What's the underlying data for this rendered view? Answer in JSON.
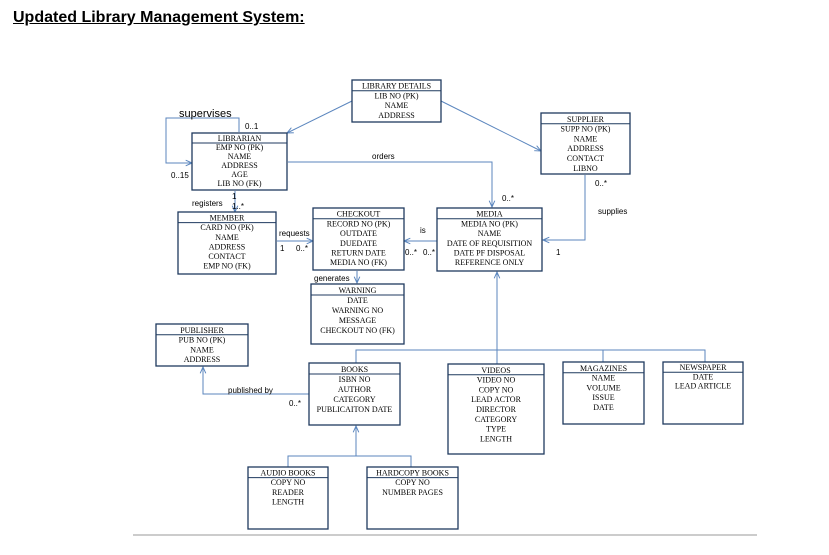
{
  "title": "Updated Library Management System:",
  "entities": {
    "library_details": {
      "name": "LIBRARY DETAILS",
      "attrs": [
        "LIB NO (PK)",
        "NAME",
        "ADDRESS"
      ]
    },
    "librarian": {
      "name": "LIBRARIAN",
      "attrs": [
        "EMP NO (PK)",
        "NAME",
        "ADDRESS",
        "AGE",
        "LIB NO (FK)"
      ]
    },
    "supplier": {
      "name": "SUPPLIER",
      "attrs": [
        "SUPP NO (PK)",
        "NAME",
        "ADDRESS",
        "CONTACT",
        "LIBNO"
      ]
    },
    "member": {
      "name": "MEMBER",
      "attrs": [
        "CARD NO (PK)",
        "NAME",
        "ADDRESS",
        "CONTACT",
        "EMP NO (FK)"
      ]
    },
    "checkout": {
      "name": "CHECKOUT",
      "attrs": [
        "RECORD NO (PK)",
        "OUTDATE",
        "DUEDATE",
        "RETURN DATE",
        "MEDIA NO (FK)"
      ]
    },
    "media": {
      "name": "MEDIA",
      "attrs": [
        "MEDIA NO (PK)",
        "NAME",
        "DATE OF REQUISITION",
        "DATE PF DISPOSAL",
        "REFERENCE ONLY"
      ]
    },
    "warning": {
      "name": "WARNING",
      "attrs": [
        "DATE",
        "WARNING NO",
        "MESSAGE",
        "CHECKOUT NO (FK)"
      ]
    },
    "publisher": {
      "name": "PUBLISHER",
      "attrs": [
        "PUB NO (PK)",
        "NAME",
        "ADDRESS"
      ]
    },
    "books": {
      "name": "BOOKS",
      "attrs": [
        "ISBN NO",
        "AUTHOR",
        "CATEGORY",
        "PUBLICAITON DATE"
      ]
    },
    "videos": {
      "name": "VIDEOS",
      "attrs": [
        "VIDEO NO",
        "COPY NO",
        "LEAD ACTOR",
        "DIRECTOR",
        "CATEGORY",
        "TYPE",
        "LENGTH"
      ]
    },
    "magazines": {
      "name": "MAGAZINES",
      "attrs": [
        "NAME",
        "VOLUME",
        "ISSUE",
        "DATE"
      ]
    },
    "newspaper": {
      "name": "NEWSPAPER",
      "attrs": [
        "DATE",
        "LEAD ARTICLE"
      ]
    },
    "audio_books": {
      "name": "AUDIO BOOKS",
      "attrs": [
        "COPY NO",
        "READER",
        "LENGTH"
      ]
    },
    "hardcopy_books": {
      "name": "HARDCOPY BOOKS",
      "attrs": [
        "COPY NO",
        "NUMBER PAGES"
      ]
    }
  },
  "labels": {
    "supervises": "supervises",
    "orders": "orders",
    "registers": "registers",
    "requests": "requests",
    "is": "is",
    "supplies": "supplies",
    "generates": "generates",
    "published_by": "published by"
  },
  "cardinalities": {
    "sup_top": "0..1",
    "sup_left": "0..15",
    "reg_one": "1",
    "reg_many": "1..*",
    "req_one": "1",
    "req_many": "0..*",
    "is_a": "0..*",
    "is_b": "0..*",
    "orders_media": "0..*",
    "supplier_many": "0..*",
    "supplier_one": "1",
    "published_many": "0..*"
  }
}
